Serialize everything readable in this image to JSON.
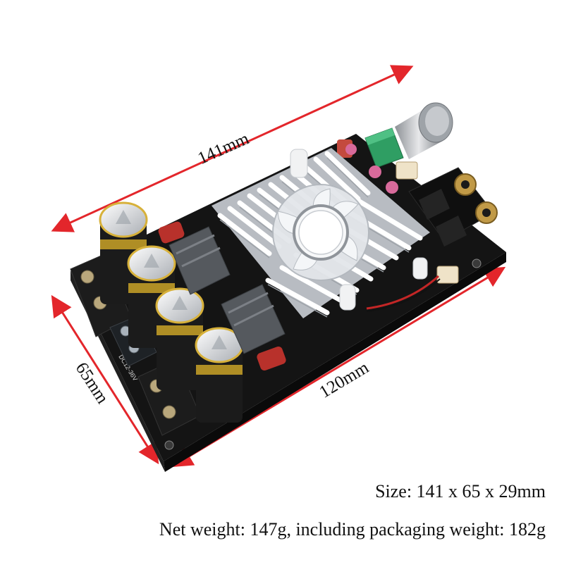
{
  "product": {
    "labels": {
      "length": "141mm",
      "width": "65mm",
      "inner_length": "120mm",
      "power_marking": "DC12-36V"
    },
    "captions": {
      "size": "Size: 141 x 65 x 29mm",
      "weight": "Net weight: 147g, including packaging weight: 182g"
    },
    "colors": {
      "dimension_arrow": "#e3262b",
      "pcb": "#151515",
      "heatsink": "#cfd3d8",
      "capacitor_band": "#c9a227",
      "film_capacitor": "#b8312b"
    }
  }
}
